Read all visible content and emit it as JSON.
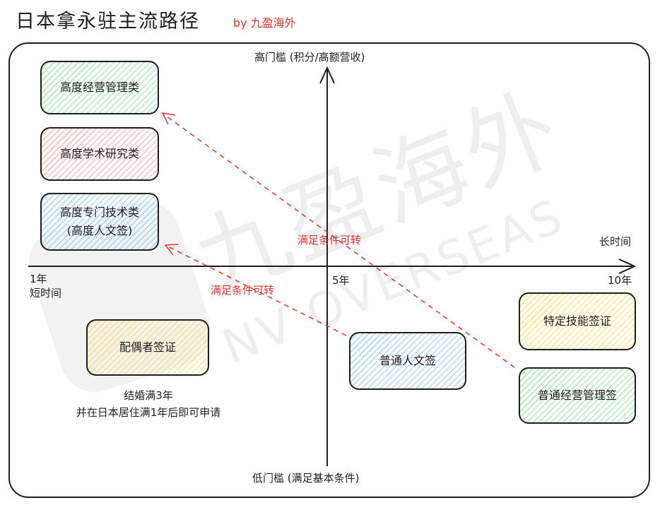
{
  "header": {
    "title": "日本拿永驻主流路径",
    "byline": "by 九盈海外"
  },
  "watermark": {
    "cn": "九盈海外",
    "en": "NV OVERSEAS"
  },
  "axes": {
    "y_top": "高门槛 (积分/高额营收)",
    "y_bottom": "低门槛 (满足基本条件)",
    "x_right": "长时间",
    "x_start_year": "1年",
    "x_start_desc": "短时间",
    "x_mid": "5年",
    "x_end": "10年"
  },
  "boxes": {
    "hm": "高度经营管理类",
    "ha": "高度学术研究类",
    "ht_line1": "高度专门技术类",
    "ht_line2": "(高度人文签)",
    "spouse": "配偶者签证",
    "humanities": "普通人文签",
    "ssw": "特定技能签证",
    "bm": "普通经营管理签"
  },
  "notes": {
    "spouse_line1": "结婚满3年",
    "spouse_line2": "并在日本居住满1年后即可申请"
  },
  "arrows": {
    "upper": "满足条件可转",
    "lower": "满足条件可转"
  },
  "colors": {
    "arrow": "#e03131",
    "green": "#69db7c",
    "red": "#ff8787",
    "blue": "#74c0fc",
    "yellow": "#ffd43b"
  }
}
